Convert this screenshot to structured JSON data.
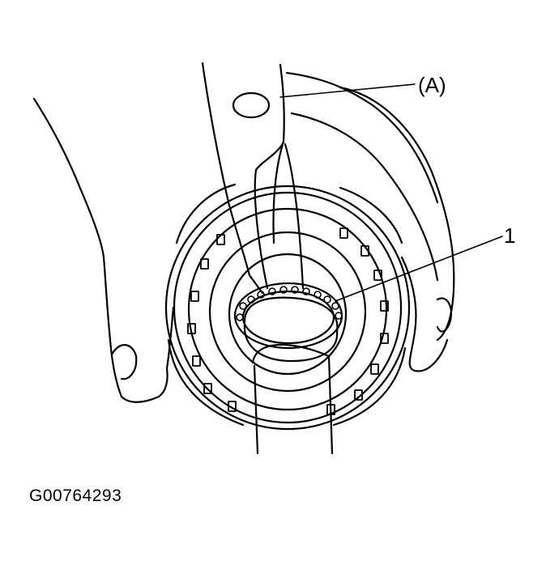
{
  "labels": {
    "tool": "(A)",
    "part": "1"
  },
  "figure_code": "G00764293",
  "colors": {
    "ink": "#000000",
    "paper": "#ffffff"
  }
}
